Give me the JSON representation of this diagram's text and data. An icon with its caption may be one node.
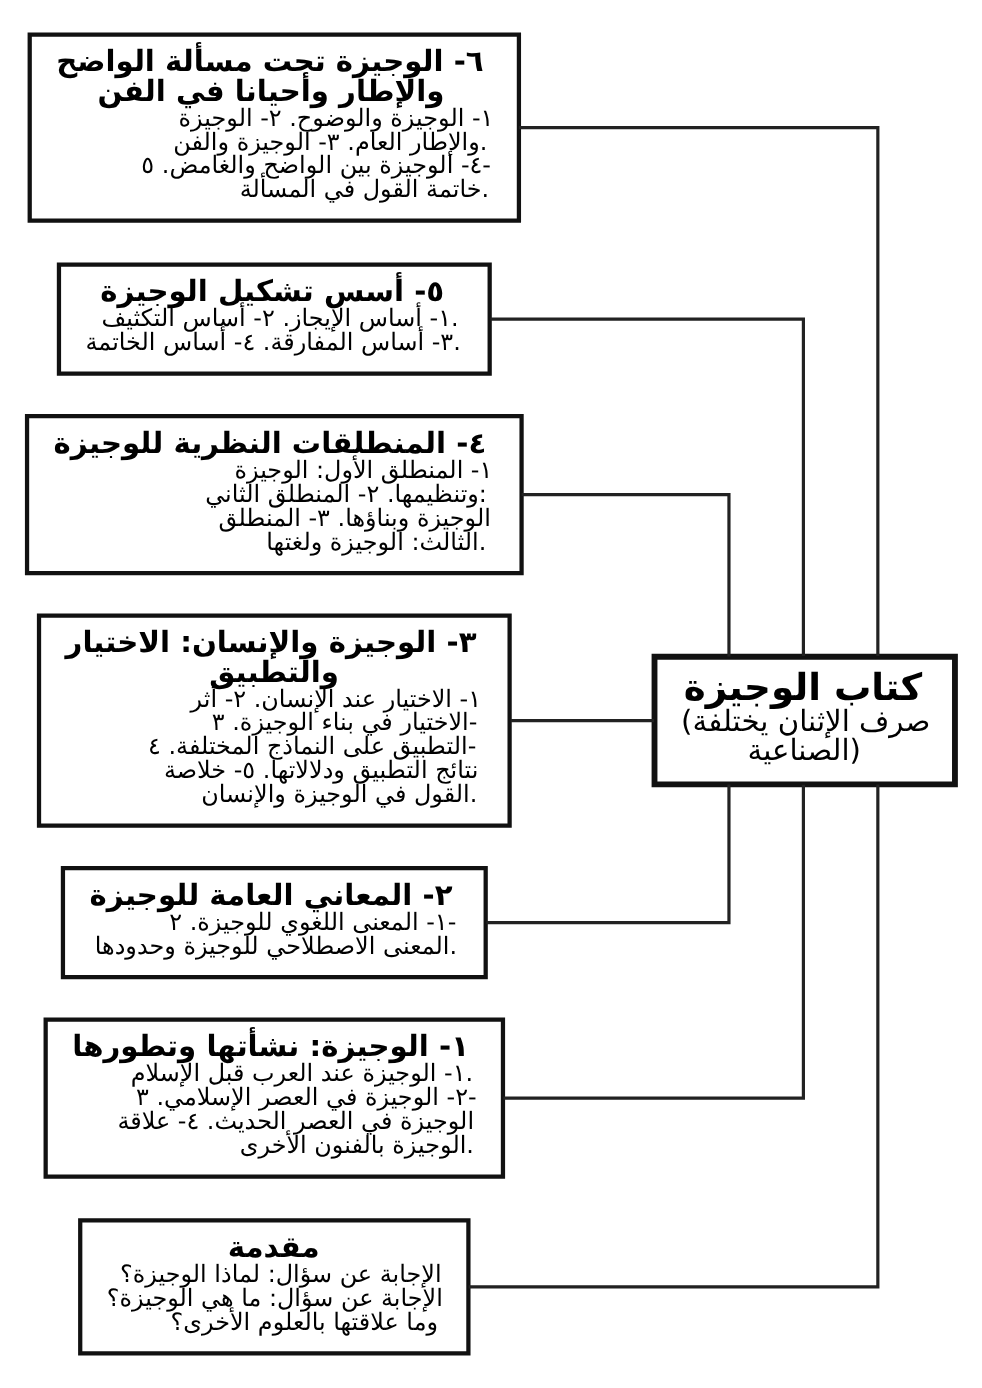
{
  "diagram": {
    "nodes": [
      {
        "text": [
          "كتاب الوجيزة",
          "(صرف الإثنان يختلفة الصناعية)"
        ]
      },
      {
        "text": [
          "مقدمة",
          "الإجابة عن سؤال: لماذا الوجيزة؟ الإجابة عن سؤال: ما هي الوجيزة؟ وما علاقتها بالعلوم الأخرى؟"
        ]
      },
      {
        "text": [
          "١- الوجيزة: نشأتها وتطورها",
          "١- الوجيزة عند العرب قبل الإسلام. ٢- الوجيزة في العصر الإسلامي. ٣- الوجيزة في العصر الحديث. ٤- علاقة الوجيزة بالفنون الأخرى."
        ]
      },
      {
        "text": [
          "٢- المعاني العامة للوجيزة",
          "١- المعنى اللغوي للوجيزة. ٢- المعنى الاصطلاحي للوجيزة وحدودها."
        ]
      },
      {
        "text": [
          "٣- الوجيزة والإنسان: الاختيار والتطبيق",
          "١- الاختيار عند الإنسان. ٢- أثر الاختيار في بناء الوجيزة. ٣- التطبيق على النماذج المختلفة. ٤- نتائج التطبيق ودلالاتها. ٥- خلاصة القول في الوجيزة والإنسان."
        ]
      },
      {
        "text": [
          "٤- المنطلقات النظرية للوجيزة",
          "١- المنطلق الأول: الوجيزة وتنظيمها. ٢- المنطلق الثاني: الوجيزة وبناؤها. ٣- المنطلق الثالث: الوجيزة ولغتها."
        ]
      },
      {
        "text": [
          "٥- أسس تشكيل الوجيزة",
          "١- أساس الإيجاز. ٢- أساس التكثيف. ٣- أساس المفارقة. ٤- أساس الخاتمة."
        ]
      },
      {
        "text": [
          "٦- الوجيزة تحت مسألة الواضح والإطار وأحيانا في الفن",
          "١- الوجيزة والوضوح. ٢- الوجيزة والإطار العام. ٣- الوجيزة والفن. ٤- الوجيزة بين الواضح والغامض. ٥- خاتمة القول في المسألة."
        ]
      }
    ],
    "edges": [
      {
        "from": 0,
        "to": 1,
        "arrow": "none"
      },
      {
        "from": 0,
        "to": 2,
        "arrow": "none"
      },
      {
        "from": 0,
        "to": 3,
        "arrow": "none"
      },
      {
        "from": 0,
        "to": 4,
        "arrow": "none"
      },
      {
        "from": 0,
        "to": 5,
        "arrow": "none"
      },
      {
        "from": 0,
        "to": 6,
        "arrow": "none"
      },
      {
        "from": 0,
        "to": 7,
        "arrow": "none"
      }
    ]
  }
}
